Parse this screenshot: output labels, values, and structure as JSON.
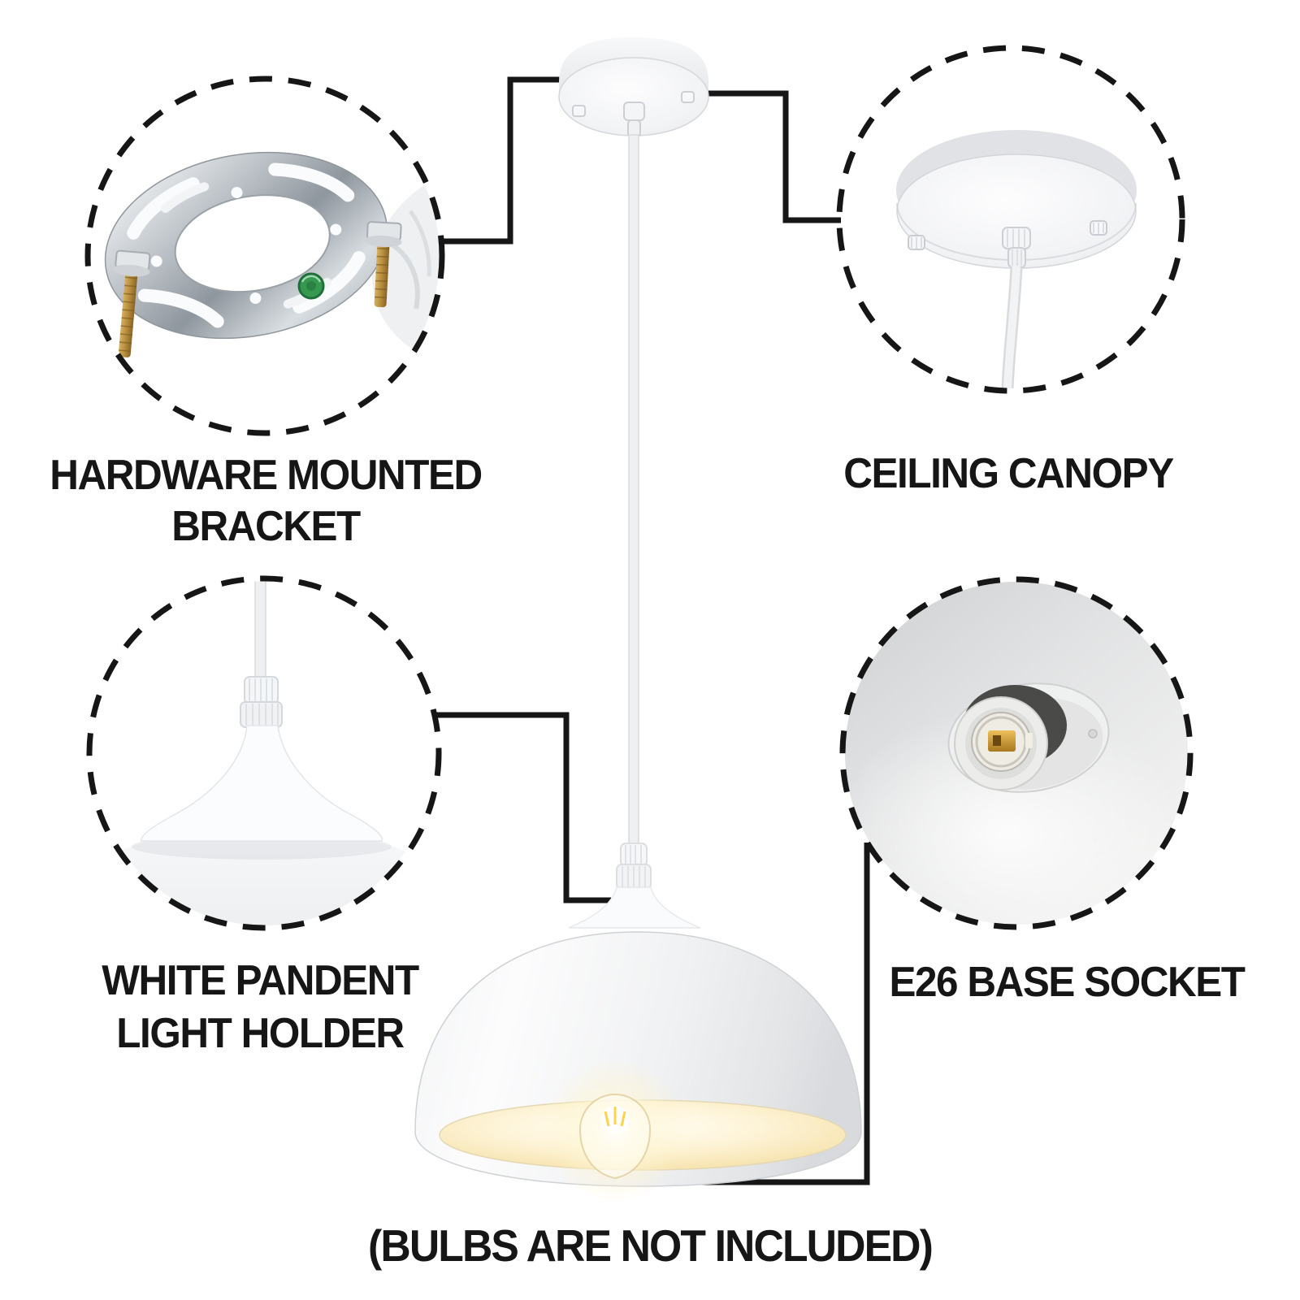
{
  "page": {
    "background": "#ffffff",
    "footnote": "(BULBS ARE NOT INCLUDED)"
  },
  "callouts": {
    "bracket": {
      "label_line1": "HARDWARE MOUNTED",
      "label_line2": "BRACKET",
      "photo": "hardware-mounted-bracket-photo"
    },
    "canopy": {
      "label": "CEILING CANOPY",
      "photo": "ceiling-canopy-photo"
    },
    "holder": {
      "label_line1": "WHITE PANDENT",
      "label_line2": "LIGHT HOLDER",
      "photo": "white-pendant-light-holder-photo"
    },
    "socket": {
      "label": "E26 BASE SOCKET",
      "photo": "e26-base-socket-photo"
    }
  },
  "colors": {
    "background": "#ffffff",
    "line_and_text": "#161616",
    "lamp_white": "#f4f5f6",
    "lamp_interior_warm": "#f6e3ac",
    "bulb_glow": "#fffdf0",
    "chrome_metal": "#c3c8cd",
    "brass_screw": "#b68d3c",
    "ground_screw_green": "#37984f",
    "socket_contact_gold": "#c8922a",
    "photo_gray_background": "#dddfe0"
  }
}
